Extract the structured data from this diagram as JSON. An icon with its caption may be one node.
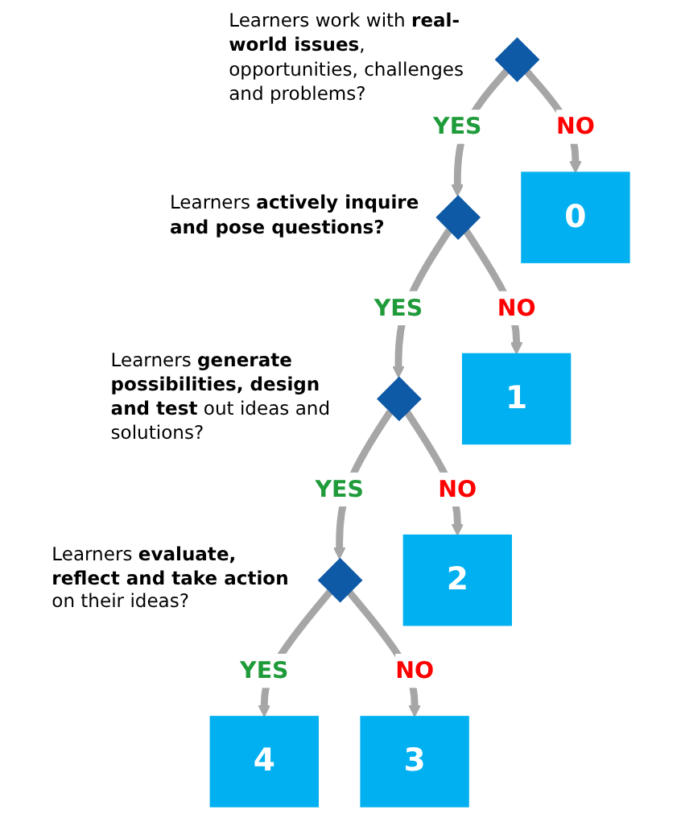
{
  "diagram": {
    "nodes": [
      {
        "text": [],
        "shape": "diamond",
        "beside": [
          "Learners work with **real-world issues**, opportunities, challenges and problems?"
        ]
      },
      {
        "text": [
          "0"
        ]
      },
      {
        "text": [],
        "shape": "diamond",
        "beside": [
          "Learners **actively inquire and pose questions?**"
        ]
      },
      {
        "text": [
          "1"
        ]
      },
      {
        "text": [],
        "shape": "diamond",
        "beside": [
          "Learners **generate possibilities, design and test** out ideas and solutions?"
        ]
      },
      {
        "text": [
          "2"
        ]
      },
      {
        "text": [],
        "shape": "diamond",
        "beside": [
          "Learners **evaluate, reflect and take action** on their ideas?"
        ]
      },
      {
        "text": [
          "3"
        ]
      },
      {
        "text": [
          "4"
        ]
      }
    ],
    "edges": [
      {
        "from": 0,
        "to": 2,
        "arrow": "to",
        "label": "YES"
      },
      {
        "from": 0,
        "to": 1,
        "arrow": "to",
        "label": "NO"
      },
      {
        "from": 2,
        "to": 4,
        "arrow": "to",
        "label": "YES"
      },
      {
        "from": 2,
        "to": 3,
        "arrow": "to",
        "label": "NO"
      },
      {
        "from": 4,
        "to": 6,
        "arrow": "to",
        "label": "YES"
      },
      {
        "from": 4,
        "to": 5,
        "arrow": "to",
        "label": "NO"
      },
      {
        "from": 6,
        "to": 8,
        "arrow": "to",
        "label": "YES"
      },
      {
        "from": 6,
        "to": 7,
        "arrow": "to",
        "label": "NO"
      }
    ]
  }
}
